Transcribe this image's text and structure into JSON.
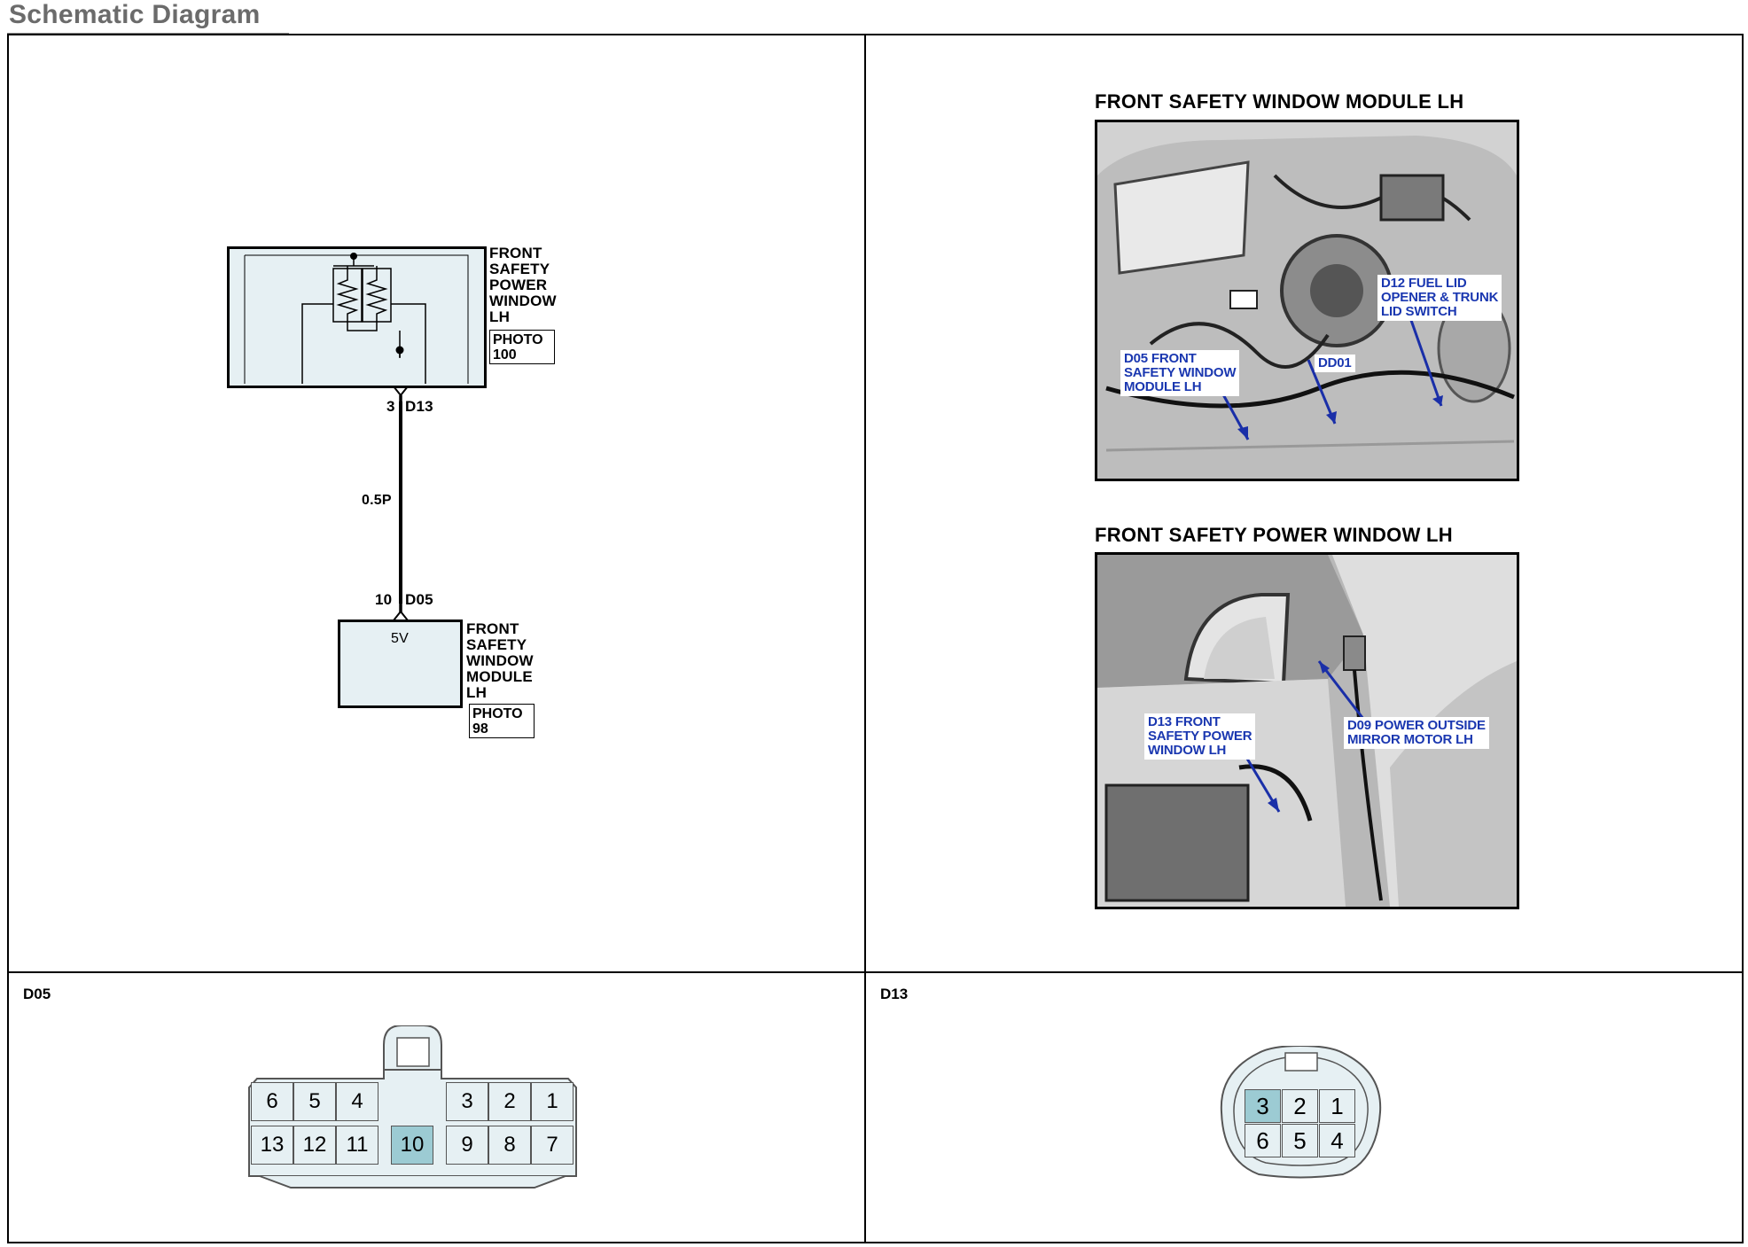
{
  "page_title": "Schematic Diagram",
  "schematic": {
    "power_window": {
      "label_lines": [
        "FRONT",
        "SAFETY",
        "POWER",
        "WINDOW",
        "LH"
      ],
      "photo_ref": [
        "PHOTO",
        "100"
      ]
    },
    "top_pin": "3",
    "top_connector": "D13",
    "wire_label": "0.5P",
    "bottom_pin": "10",
    "bottom_connector": "D05",
    "module": {
      "voltage": "5V",
      "label_lines": [
        "FRONT",
        "SAFETY",
        "WINDOW",
        "MODULE",
        "LH"
      ],
      "photo_ref": [
        "PHOTO",
        "98"
      ]
    }
  },
  "photos": [
    {
      "header": "FRONT SAFETY WINDOW MODULE LH",
      "callouts": [
        [
          "D12 FUEL LID",
          "OPENER & TRUNK",
          "LID SWITCH"
        ],
        [
          "D05 FRONT",
          "SAFETY WINDOW",
          "MODULE LH"
        ],
        [
          "DD01"
        ]
      ]
    },
    {
      "header": "FRONT SAFETY POWER WINDOW LH",
      "callouts": [
        [
          "D13 FRONT",
          "SAFETY POWER",
          "WINDOW LH"
        ],
        [
          "D09 POWER OUTSIDE",
          "MIRROR MOTOR LH"
        ]
      ]
    }
  ],
  "connectors": {
    "d05": {
      "id": "D05",
      "top_row": [
        "6",
        "5",
        "4",
        "3",
        "2",
        "1"
      ],
      "bottom_row": [
        "13",
        "12",
        "11",
        "10",
        "9",
        "8",
        "7"
      ],
      "highlighted": "10"
    },
    "d13": {
      "id": "D13",
      "top_row": [
        "3",
        "2",
        "1"
      ],
      "bottom_row": [
        "6",
        "5",
        "4"
      ],
      "highlighted": "3"
    }
  },
  "colors": {
    "component_fill": "#e6f0f3",
    "highlight_fill": "#9ccbd3",
    "callout_text": "#1a37b0",
    "arrow": "#1a2fa8"
  }
}
